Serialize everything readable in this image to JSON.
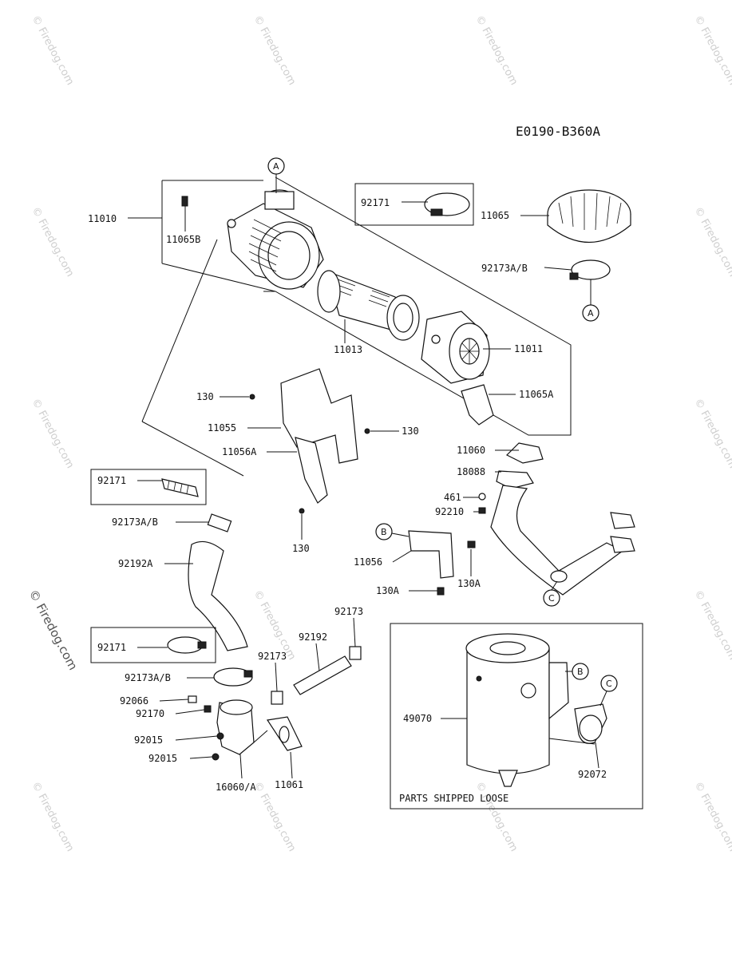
{
  "diagram_code": "E0190-B360A",
  "box_caption": "PARTS SHIPPED LOOSE",
  "watermark_text": "© Firedog.com",
  "labels": {
    "l11010": "11010",
    "l11065B": "11065B",
    "l92171a": "92171",
    "l11065": "11065",
    "l92173AB1": "92173A/B",
    "l11013": "11013",
    "l11011": "11011",
    "l11065A": "11065A",
    "l130a": "130",
    "l11055": "11055",
    "l130b": "130",
    "l11056A": "11056A",
    "l11060": "11060",
    "l18088": "18088",
    "l461": "461",
    "l92210": "92210",
    "l92171b": "92171",
    "l92173AB2": "92173A/B",
    "l130c": "130",
    "l11056": "11056",
    "l130A1": "130A",
    "l130A2": "130A",
    "l92192A": "92192A",
    "l92173a": "92173",
    "l92192": "92192",
    "l92173b": "92173",
    "l92171c": "92171",
    "l92173AB3": "92173A/B",
    "l92066": "92066",
    "l92170": "92170",
    "l92015a": "92015",
    "l92015b": "92015",
    "l16060A": "16060/A",
    "l11061": "11061",
    "l49070": "49070",
    "l92072": "92072"
  },
  "callouts": {
    "a1": "A",
    "a2": "A",
    "b1": "B",
    "b2": "B",
    "c1": "C",
    "c2": "C"
  }
}
